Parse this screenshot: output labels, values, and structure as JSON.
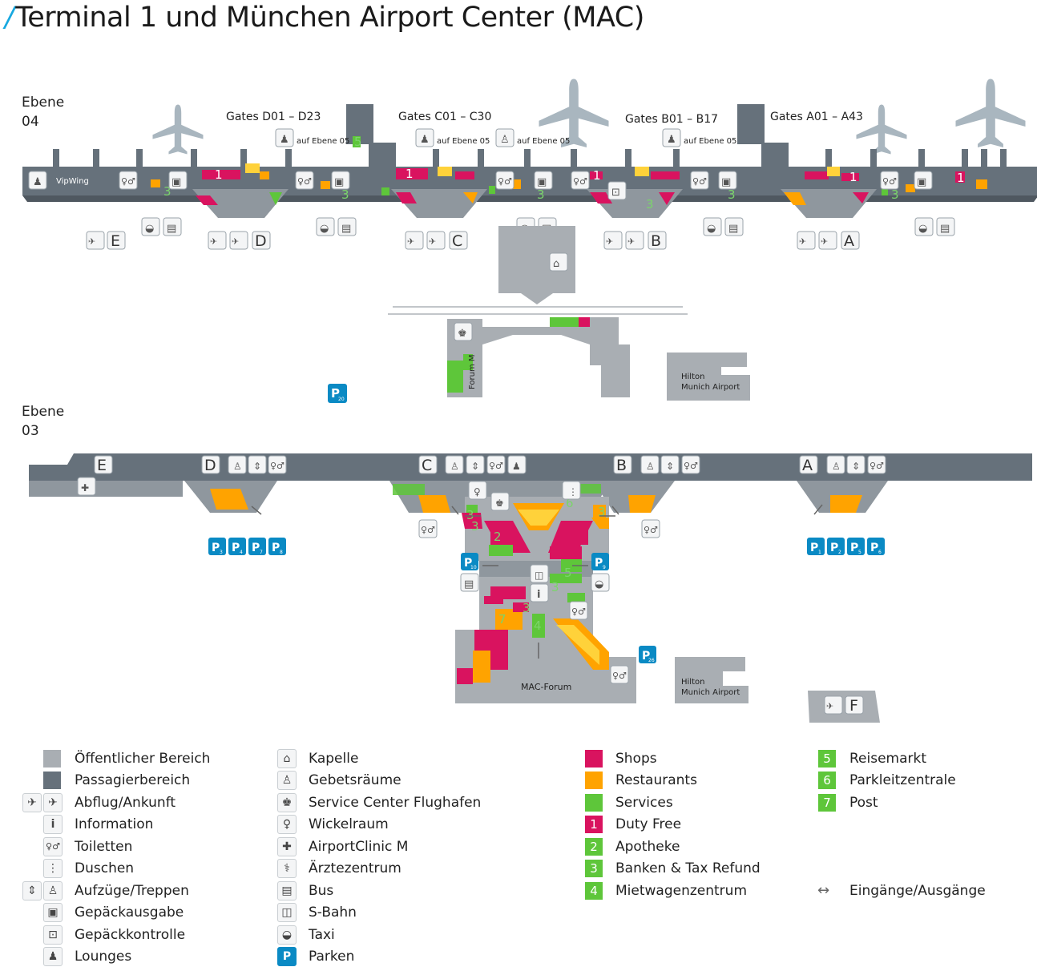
{
  "title": "Terminal 1 und München Airport Center (MAC)",
  "colors": {
    "accent": "#17a8e0",
    "public": "#a9aeb3",
    "passenger": "#66717b",
    "shops": "#d9135f",
    "restaurants": "#ffa300",
    "services": "#5ec63a",
    "yellow": "#ffd23a",
    "parking": "#0a8ac4"
  },
  "levels": {
    "upper": {
      "label": "Ebene\n04"
    },
    "lower": {
      "label": "Ebene\n03"
    }
  },
  "upper_map": {
    "gate_groups": [
      "Gates D01 – D23",
      "Gates C01 – C30",
      "Gates B01 – B17",
      "Gates A01 – A43"
    ],
    "level_note": "auf Ebene 05",
    "vipwing": "VipWing",
    "gate_letters": [
      "E",
      "D",
      "C",
      "B",
      "A"
    ],
    "forum_m": "Forum M",
    "hilton": "Hilton\nMunich Airport",
    "parking_p20": "20"
  },
  "lower_map": {
    "gate_letters": [
      "E",
      "D",
      "C",
      "B",
      "A"
    ],
    "mac_forum": "MAC-Forum",
    "hilton": "Hilton\nMunich Airport",
    "terminal_f": "F",
    "parking_left": [
      "3",
      "4",
      "7",
      "8"
    ],
    "parking_right": [
      "1",
      "2",
      "5",
      "6"
    ],
    "parking_center": [
      "10",
      "9",
      "26"
    ]
  },
  "legend": {
    "col1": [
      {
        "icon": "public-area-swatch",
        "label": "Öffentlicher Bereich"
      },
      {
        "icon": "passenger-area-swatch",
        "label": "Passagierbereich"
      },
      {
        "icon": "departure-arrival-icon",
        "label": "Abflug/Ankunft"
      },
      {
        "icon": "information-icon",
        "label": "Information"
      },
      {
        "icon": "toilets-icon",
        "label": "Toiletten"
      },
      {
        "icon": "showers-icon",
        "label": "Duschen"
      },
      {
        "icon": "elevator-stairs-icon",
        "label": "Aufzüge/Treppen"
      },
      {
        "icon": "baggage-claim-icon",
        "label": "Gepäckausgabe"
      },
      {
        "icon": "baggage-check-icon",
        "label": "Gepäckkontrolle"
      },
      {
        "icon": "lounge-icon",
        "label": "Lounges"
      }
    ],
    "col2": [
      {
        "icon": "chapel-icon",
        "label": "Kapelle"
      },
      {
        "icon": "prayer-room-icon",
        "label": "Gebetsräume"
      },
      {
        "icon": "service-center-icon",
        "label": "Service Center Flughafen"
      },
      {
        "icon": "baby-changing-icon",
        "label": "Wickelraum"
      },
      {
        "icon": "clinic-icon",
        "label": "AirportClinic M"
      },
      {
        "icon": "doctors-icon",
        "label": "Ärztezentrum"
      },
      {
        "icon": "bus-icon",
        "label": "Bus"
      },
      {
        "icon": "train-icon",
        "label": "S-Bahn"
      },
      {
        "icon": "taxi-icon",
        "label": "Taxi"
      },
      {
        "icon": "parking-icon",
        "label": "Parken"
      }
    ],
    "col3": [
      {
        "kind": "swatch",
        "color": "#d9135f",
        "label": "Shops"
      },
      {
        "kind": "swatch",
        "color": "#ffa300",
        "label": "Restaurants"
      },
      {
        "kind": "swatch",
        "color": "#5ec63a",
        "label": "Services"
      },
      {
        "kind": "num",
        "num": "1",
        "color": "#d9135f",
        "label": "Duty Free"
      },
      {
        "kind": "num",
        "num": "2",
        "color": "#5ec63a",
        "label": "Apotheke"
      },
      {
        "kind": "num",
        "num": "3",
        "color": "#5ec63a",
        "label": "Banken & Tax Refund"
      },
      {
        "kind": "num",
        "num": "4",
        "color": "#5ec63a",
        "label": "Mietwagenzentrum"
      }
    ],
    "col4": [
      {
        "kind": "num",
        "num": "5",
        "color": "#5ec63a",
        "label": "Reisemarkt"
      },
      {
        "kind": "num",
        "num": "6",
        "color": "#5ec63a",
        "label": "Parkleitzentrale"
      },
      {
        "kind": "num",
        "num": "7",
        "color": "#5ec63a",
        "label": "Post"
      }
    ],
    "entrances": {
      "icon": "entrance-exit-icon",
      "symbol": "↔",
      "label": "Eingänge/Ausgänge"
    },
    "icon_glyphs": {
      "departure-arrival-icon": "✈✈",
      "information-icon": "i",
      "toilets-icon": "♀♂",
      "showers-icon": "⋮",
      "elevator-stairs-icon": "⇕",
      "baggage-claim-icon": "▣",
      "baggage-check-icon": "⊡",
      "lounge-icon": "♟",
      "chapel-icon": "⌂",
      "prayer-room-icon": "♙",
      "service-center-icon": "♚",
      "baby-changing-icon": "♀",
      "clinic-icon": "✚",
      "doctors-icon": "⚕",
      "bus-icon": "▤",
      "train-icon": "◫",
      "taxi-icon": "◒",
      "parking-icon": "P"
    }
  }
}
